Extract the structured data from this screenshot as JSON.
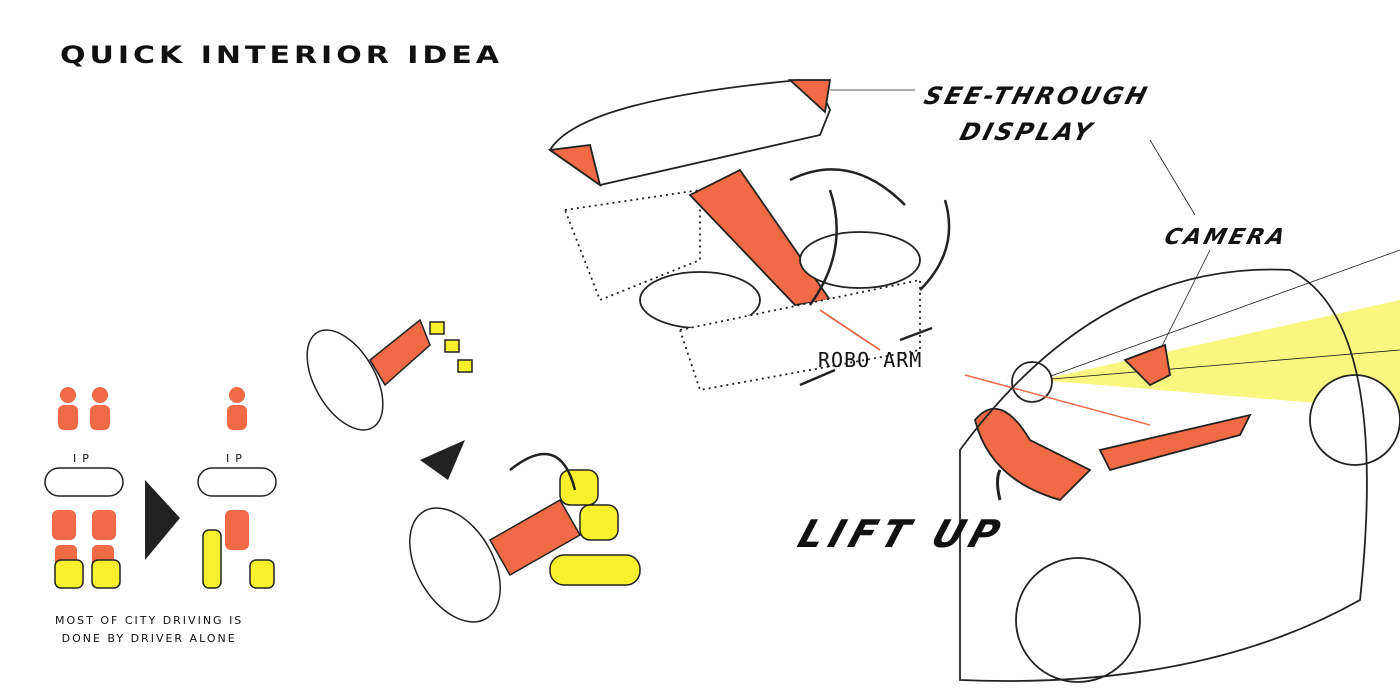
{
  "title": "QUICK INTERIOR IDEA",
  "labels": {
    "see_through_line1": "SEE-THROUGH",
    "see_through_line2": "DISPLAY",
    "camera": "CAMERA",
    "robo_arm": "ROBO ARM",
    "lift_up": "LIFT UP",
    "ip_left": "IP",
    "ip_right": "IP"
  },
  "caption": {
    "line1": "MOST OF CITY DRIVING IS",
    "line2": "DONE BY DRIVER ALONE"
  },
  "colors": {
    "orange": "#f06a45",
    "yellow": "#f7f02a",
    "ink": "#111111"
  }
}
